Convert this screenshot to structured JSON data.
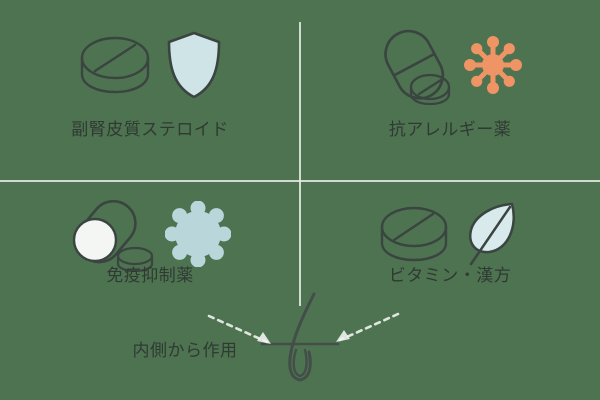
{
  "background_color": "#4e7350",
  "palette": {
    "outline": "#3a4440",
    "pale_blue": "#cfe4e6",
    "white_tablet": "#f4f6f4",
    "virus_blue": "#b9d7da",
    "pollen_orange": "#ef9464",
    "leaf_fill": "#d8eaeb",
    "text": "#2f3a33",
    "divider": "#e8efe9",
    "arrow": "#eef3ee",
    "follicle": "#434e49"
  },
  "dividers": {
    "vertical_name": "vertical-divider",
    "horizontal_name": "horizontal-divider"
  },
  "quadrants": [
    {
      "id": "top-left",
      "label": "副腎皮質ステロイド",
      "icons": [
        "tablet-scored-icon",
        "shield-icon"
      ]
    },
    {
      "id": "top-right",
      "label": "抗アレルギー薬",
      "icons": [
        "capsule-icon",
        "tablet-small-icon",
        "pollen-burst-icon"
      ]
    },
    {
      "id": "bottom-left",
      "label": "免疫抑制薬",
      "icons": [
        "capsule-white-tablet-icon",
        "tablet-small-icon",
        "virus-cell-icon"
      ]
    },
    {
      "id": "bottom-right",
      "label": "ビタミン・漢方",
      "icons": [
        "tablet-scored-icon",
        "leaf-icon"
      ]
    }
  ],
  "center": {
    "caption": "内側から作用",
    "follicle_icon": "hair-follicle-icon",
    "arrow_left_icon": "dashed-arrow-right-icon",
    "arrow_right_icon": "dashed-arrow-left-icon"
  }
}
